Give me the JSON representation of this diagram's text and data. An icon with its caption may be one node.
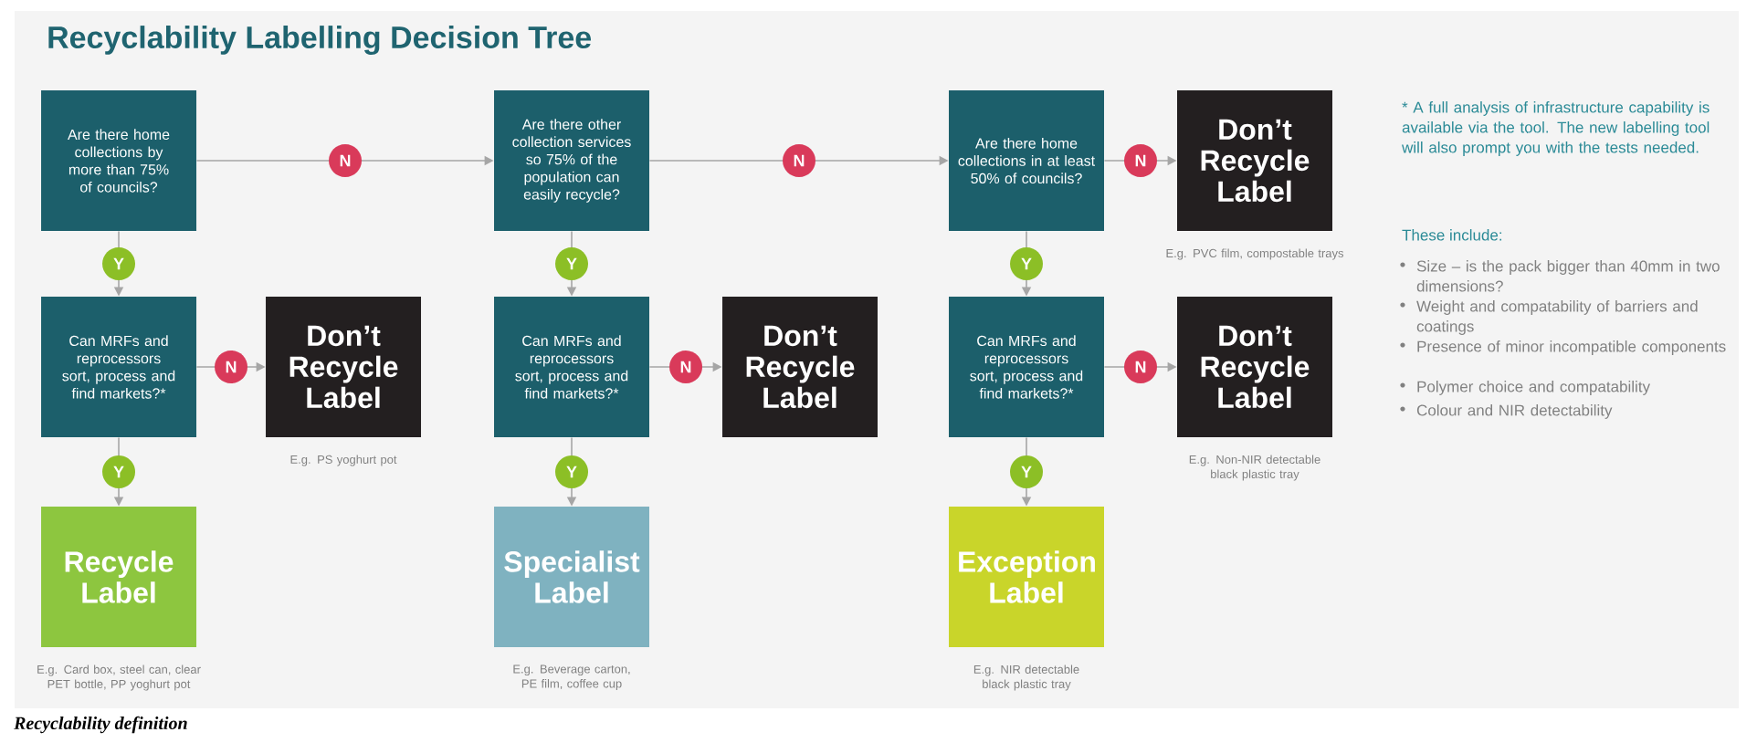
{
  "diagram": {
    "title": "Recyclability Labelling Decision Tree",
    "caption": "Recyclability definition",
    "nodes": [
      {
        "text": [
          "Are there home collections by more than 75% of councils?"
        ]
      },
      {
        "text": [
          "Are there other collection services so 75% of the population can easily recycle?"
        ]
      },
      {
        "text": [
          "Are there home collections in at least 50% of councils?"
        ]
      },
      {
        "text": [
          "Don’t Recycle Label"
        ],
        "beside": [
          "E.g. PVC film, compostable trays"
        ]
      },
      {
        "text": [
          "Can MRFs and reprocessors sort, process and find markets?*"
        ]
      },
      {
        "text": [
          "Don’t Recycle Label"
        ],
        "beside": [
          "E.g. PS yoghurt pot"
        ]
      },
      {
        "text": [
          "Can MRFs and reprocessors sort, process and find markets?*"
        ]
      },
      {
        "text": [
          "Don’t Recycle Label"
        ]
      },
      {
        "text": [
          "Can MRFs and reprocessors sort, process and find markets?*"
        ]
      },
      {
        "text": [
          "Don’t Recycle Label"
        ],
        "beside": [
          "E.g. Non-NIR detectable black plastic tray"
        ]
      },
      {
        "text": [
          "Recycle Label"
        ],
        "beside": [
          "E.g. Card box, steel can, clear PET bottle, PP yoghurt pot"
        ]
      },
      {
        "text": [
          "Specialist Label"
        ],
        "beside": [
          "E.g. Beverage carton, PE film, coffee cup"
        ]
      },
      {
        "text": [
          "Exception Label"
        ],
        "beside": [
          "E.g. NIR detectable black plastic tray"
        ]
      }
    ],
    "edges": [
      {
        "from": 0,
        "to": 1,
        "arrow": "to",
        "label": "N"
      },
      {
        "from": 1,
        "to": 2,
        "arrow": "to",
        "label": "N"
      },
      {
        "from": 2,
        "to": 3,
        "arrow": "to",
        "label": "N"
      },
      {
        "from": 0,
        "to": 4,
        "arrow": "to",
        "label": "Y"
      },
      {
        "from": 4,
        "to": 5,
        "arrow": "to",
        "label": "N"
      },
      {
        "from": 4,
        "to": 10,
        "arrow": "to",
        "label": "Y"
      },
      {
        "from": 1,
        "to": 6,
        "arrow": "to",
        "label": "Y"
      },
      {
        "from": 6,
        "to": 7,
        "arrow": "to",
        "label": "N"
      },
      {
        "from": 6,
        "to": 11,
        "arrow": "to",
        "label": "Y"
      },
      {
        "from": 2,
        "to": 8,
        "arrow": "to",
        "label": "Y"
      },
      {
        "from": 8,
        "to": 9,
        "arrow": "to",
        "label": "N"
      },
      {
        "from": 8,
        "to": 12,
        "arrow": "to",
        "label": "Y"
      }
    ],
    "labels": [
      "* A full analysis of infrastructure capability is available via the tool. The new labelling tool will also prompt you with the tests needed.",
      "These include:",
      "Size – is the pack bigger than 40mm in two dimensions?",
      "Weight and compatability of barriers and coatings",
      "Presence of minor incompatible components",
      "Polymer choice and compatability",
      "Colour and NIR detectability"
    ]
  }
}
